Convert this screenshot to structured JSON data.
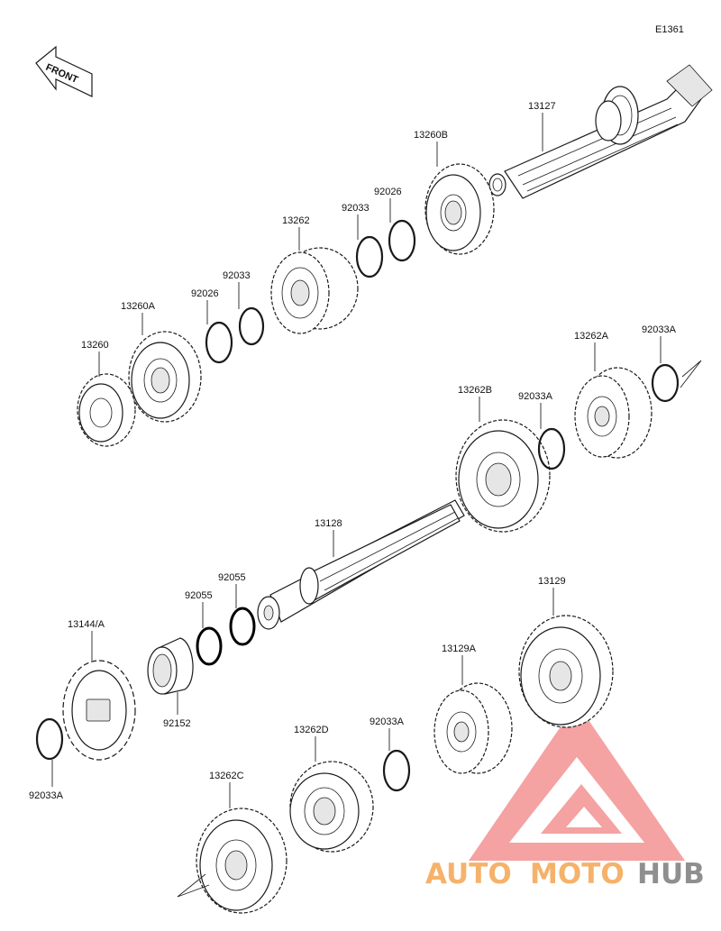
{
  "diagram": {
    "code": "E1361",
    "front_label": "FRONT",
    "labels": {
      "p13127": "13127",
      "p13260B": "13260B",
      "p92026a": "92026",
      "p92033a": "92033",
      "p13262": "13262",
      "p92033b": "92033",
      "p92026b": "92026",
      "p13260A": "13260A",
      "p13260": "13260",
      "p13262A": "13262A",
      "p92033A_a": "92033A",
      "p13262B": "13262B",
      "p92033A_b": "92033A",
      "p13128": "13128",
      "p92055a": "92055",
      "p92055b": "92055",
      "p13144A": "13144/A",
      "p92152": "92152",
      "p92033A_c": "92033A",
      "p13129": "13129",
      "p13129A": "13129A",
      "p13262D": "13262D",
      "p92033A_d": "92033A",
      "p13262C": "13262C"
    }
  },
  "watermark": {
    "auto": "AUTO",
    "moto": "MOTO",
    "hub": "HUB",
    "colors": {
      "auto": "#f5b26b",
      "moto": "#f5b26b",
      "hub": "#8f8f8f",
      "logo": "#f28b8b"
    }
  }
}
